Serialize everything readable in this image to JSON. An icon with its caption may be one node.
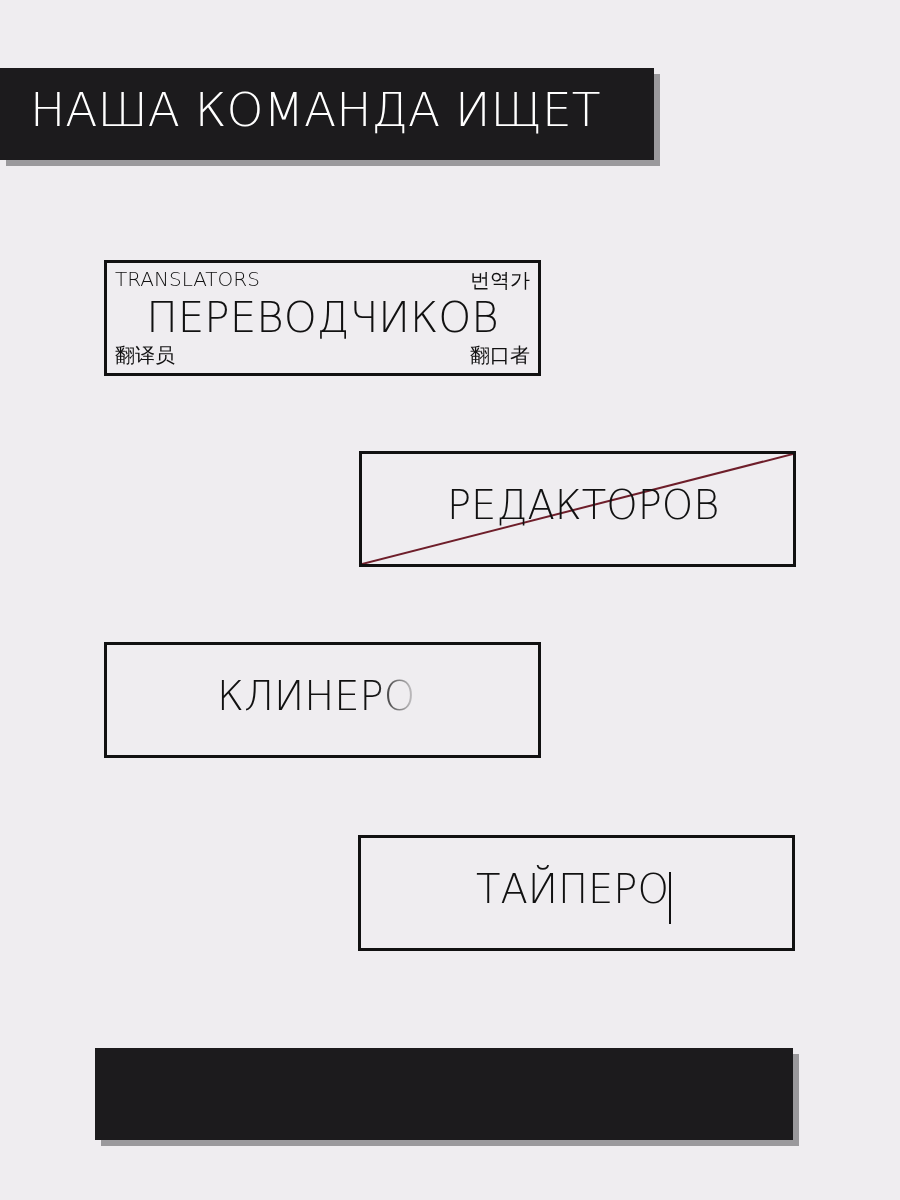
{
  "diagram": {
    "nodes": [
      {
        "text": [
          "НАША КОМАНДА ИЩЕТ"
        ]
      },
      {
        "text": [
          "TRANSLATORS",
          "번역가",
          "ПЕРЕВОДЧИКОВ",
          "翻译员",
          "翻口者"
        ]
      },
      {
        "text": [
          "РЕДАКТОРОВ"
        ]
      },
      {
        "text": [
          "КЛИНЕРО"
        ]
      },
      {
        "text": [
          "ТАЙПЕРО"
        ]
      },
      {
        "text": [],
        "shape": "bar"
      }
    ]
  }
}
